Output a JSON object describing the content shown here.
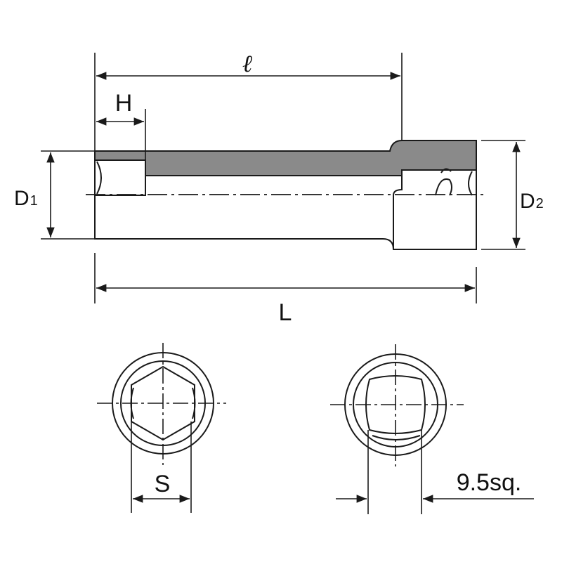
{
  "labels": {
    "overall_length": "L",
    "socket_length": "ℓ",
    "hex_depth": "H",
    "d1_letter": "D",
    "d1_sub": "1",
    "d2_letter": "D",
    "d2_sub": "2",
    "hex_size": "S",
    "square_drive": "9.5sq."
  },
  "colors": {
    "line": "#1a1a1a",
    "shade": "#8a8a8a",
    "background": "#ffffff"
  }
}
